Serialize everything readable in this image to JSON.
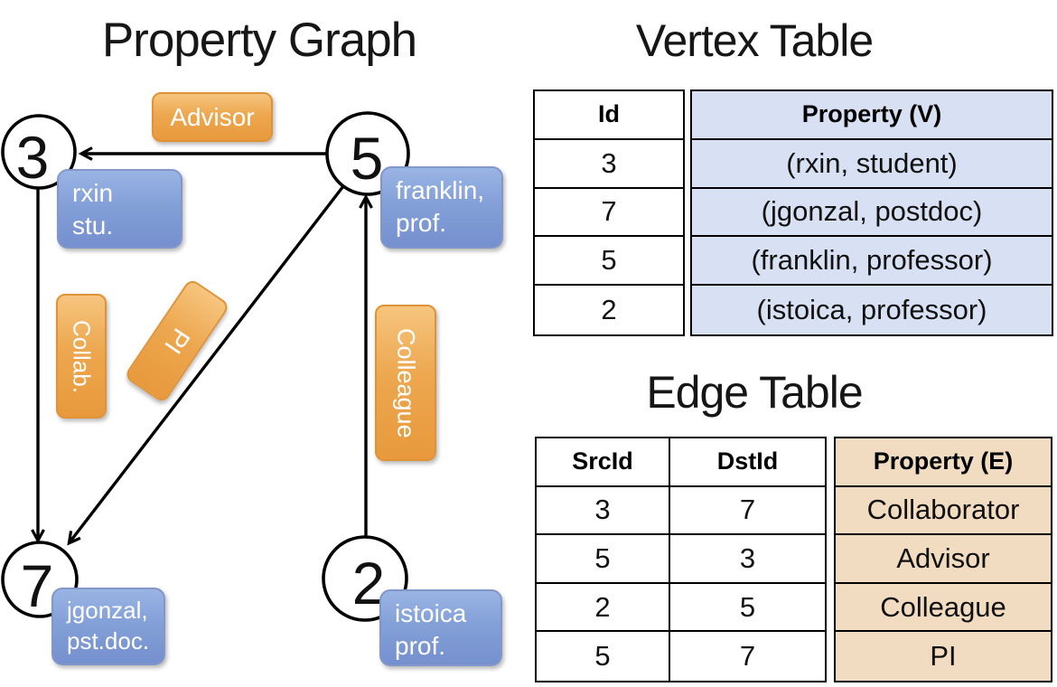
{
  "titles": {
    "graph": "Property Graph",
    "vertex_table": "Vertex Table",
    "edge_table": "Edge Table"
  },
  "graph": {
    "nodes": [
      {
        "id": "3",
        "prop_line1": "rxin",
        "prop_line2": "stu."
      },
      {
        "id": "5",
        "prop_line1": "franklin,",
        "prop_line2": "prof."
      },
      {
        "id": "7",
        "prop_line1": "jgonzal,",
        "prop_line2": "pst.doc."
      },
      {
        "id": "2",
        "prop_line1": "istoica",
        "prop_line2": "prof."
      }
    ],
    "edges": [
      {
        "label": "Advisor",
        "src": "5",
        "dst": "3"
      },
      {
        "label": "Collab.",
        "src": "3",
        "dst": "7"
      },
      {
        "label": "PI",
        "src": "5",
        "dst": "7"
      },
      {
        "label": "Colleague",
        "src": "2",
        "dst": "5"
      }
    ]
  },
  "vertex_table": {
    "columns": [
      "Id",
      "Property (V)"
    ],
    "rows": [
      [
        "3",
        "(rxin, student)"
      ],
      [
        "7",
        "(jgonzal, postdoc)"
      ],
      [
        "5",
        "(franklin, professor)"
      ],
      [
        "2",
        "(istoica, professor)"
      ]
    ]
  },
  "edge_table": {
    "columns": [
      "SrcId",
      "DstId",
      "Property (E)"
    ],
    "rows": [
      [
        "3",
        "7",
        "Collaborator"
      ],
      [
        "5",
        "3",
        "Advisor"
      ],
      [
        "2",
        "5",
        "Colleague"
      ],
      [
        "5",
        "7",
        "PI"
      ]
    ]
  },
  "colors": {
    "edge_label_fill_top": "#f6c57f",
    "edge_label_fill_bottom": "#e8993c",
    "vertex_label_fill_top": "#9ab4e3",
    "vertex_label_fill_bottom": "#7590ce",
    "vertex_property_cell": "#d7e1f3",
    "edge_property_cell": "#f2dcc1",
    "stroke": "#000000",
    "background": "#ffffff"
  }
}
